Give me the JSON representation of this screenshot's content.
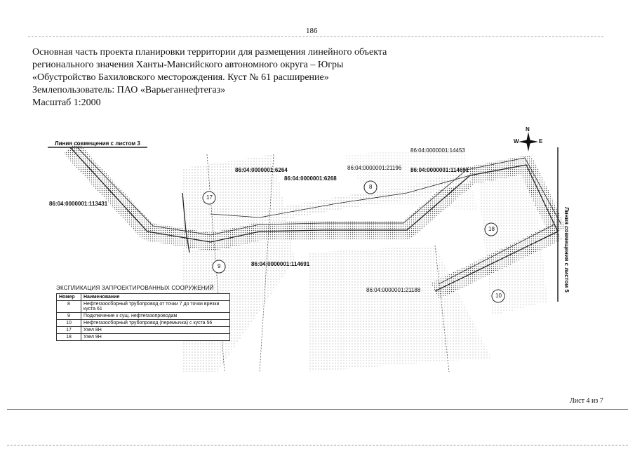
{
  "page_number": "186",
  "title_lines": [
    "Основная часть проекта планировки территории для размещения линейного объекта",
    "регионального значения Ханты-Мансийского автономного округа – Югры",
    "«Обустройство Бахиловского месторождения. Куст № 61 расширение»",
    "Землепользователь: ПАО «Варьеганнефтегаз»",
    "Масштаб 1:2000"
  ],
  "map": {
    "match_line_left": "Линия совмещения с листом 3",
    "match_line_right": "Линия совмещения с листом 5",
    "compass": {
      "n": "N",
      "w": "W",
      "e": "E"
    },
    "parcels": [
      "86:04:0000001:113431",
      "86:04:0000001:6264",
      "86:04:0000001:6268",
      "86:04:0000001:21196",
      "86:04:0000001:114691",
      "86:04:0000001:14453",
      "86:04:0000001:114691",
      "86:04:0000001:21188"
    ],
    "markers": [
      "17",
      "8",
      "9",
      "18",
      "10"
    ]
  },
  "explication": {
    "title": "ЭКСПЛИКАЦИЯ ЗАПРОЕКТИРОВАННЫХ СООРУЖЕНИЙ",
    "headers": [
      "Номер",
      "Наименование"
    ],
    "rows": [
      {
        "num": "8",
        "name": "Нефтегазосборный трубопровод от точки 7 до точки врезки куста 61"
      },
      {
        "num": "9",
        "name": "Подключение к сущ. нефтегазопроводам"
      },
      {
        "num": "10",
        "name": "Нефтегазосборный трубопровод (перемычка) с куста 56"
      },
      {
        "num": "17",
        "name": "Узел 8Н"
      },
      {
        "num": "18",
        "name": "Узел 9Н"
      }
    ]
  },
  "footer": "Лист 4 из 7"
}
